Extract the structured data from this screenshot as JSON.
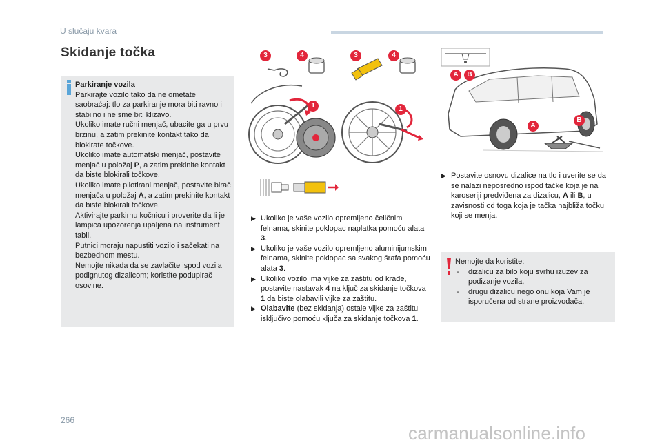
{
  "header": {
    "section": "U slučaju kvara"
  },
  "page_title": "Skidanje točka",
  "info_box": {
    "heading": "Parkiranje vozila",
    "paragraphs": [
      "Parkirajte vozilo tako da ne ometate saobraćaj: tlo za parkiranje mora biti ravno i stabilno i ne sme biti klizavo.",
      "Ukoliko imate ručni menjač, ubacite ga u prvu brzinu, a zatim prekinite kontakt tako da blokirate točkove.",
      "Ukoliko imate automatski menjač, postavite menjač u položaj ",
      "P",
      ", a zatim prekinite kontakt da biste blokirali točkove.",
      "Ukoliko imate pilotirani menjač, postavite birač menjača u položaj ",
      "A",
      ", a zatim prekinite kontakt da biste blokirali točkove.",
      "Aktivirajte parkirnu kočnicu i proverite da li je lampica upozorenja upaljena na instrument tabli.",
      "Putnici moraju napustiti vozilo i sačekati na bezbednom mestu.",
      "Nemojte nikada da se zavlačite ispod vozila podignutog dizalicom; koristite podupirač osovine."
    ]
  },
  "illustration_labels": {
    "tool_3": "3",
    "tool_4": "4",
    "wheel_key": "1",
    "point_a": "A",
    "point_b": "B"
  },
  "middle_column": {
    "items": [
      {
        "text": "Ukoliko je vaše vozilo opremljeno čeličnim felnama, skinite poklopac naplatka pomoću alata ",
        "bold": "3",
        "tail": "."
      },
      {
        "text": "Ukoliko je vaše vozilo opremljeno aluminijumskim felnama, skinite poklopac sa svakog šrafa pomoću alata ",
        "bold": "3",
        "tail": "."
      },
      {
        "text": "Ukoliko vozilo ima vijke za zaštitu od krađe, postavite nastavak ",
        "bold": "4",
        "tail": " na ključ za skidanje točkova ",
        "bold2": "1",
        "tail2": " da biste olabavili vijke za zaštitu."
      },
      {
        "lead_bold": "Olabavite",
        "text": " (bez skidanja) ostale vijke za zaštitu isključivo pomoću ključa za skidanje točkova ",
        "bold": "1",
        "tail": "."
      }
    ]
  },
  "right_column": {
    "item": {
      "text": "Postavite osnovu dizalice na tlo i uverite se da se nalazi neposredno ispod tačke koja je na karoseriji predviđena za dizalicu, ",
      "bold": "A",
      "mid": " ili ",
      "bold2": "B",
      "tail": ", u zavisnosti od toga koja je tačka najbliža točku koji se menja."
    }
  },
  "warning_box": {
    "intro": "Nemojte da koristite:",
    "items": [
      "dizalicu za bilo koju svrhu izuzev za podizanje vozila,",
      "drugu dizalicu nego onu koja Vam je isporučena od strane proizvođača."
    ]
  },
  "footer": {
    "page_number": "266",
    "watermark": "carmanualsonline.info"
  },
  "colors": {
    "accent_red": "#e2263b",
    "info_blue": "#5aa6d9",
    "box_grey": "#e8e9ea",
    "tool_yellow": "#f2c10e"
  }
}
